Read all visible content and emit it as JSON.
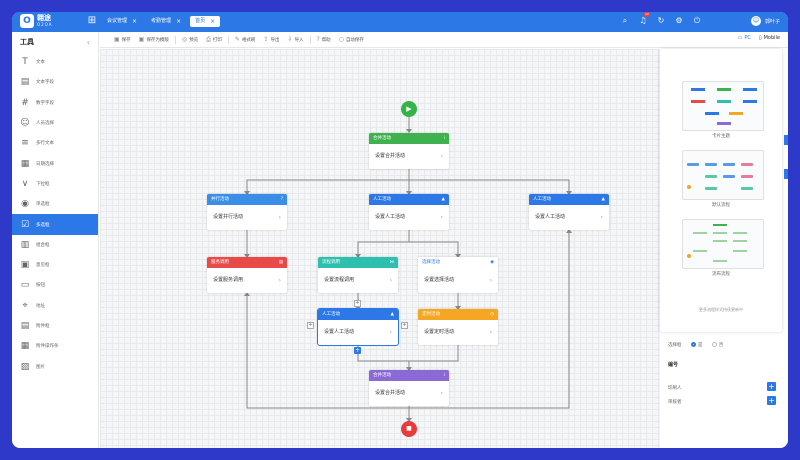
{
  "app": {
    "logo_text": "翱途",
    "logo_sub": "O2OA",
    "logo_glyph": "O"
  },
  "tabs": [
    {
      "label": "会议管理",
      "active": false
    },
    {
      "label": "考勤管理",
      "active": false
    },
    {
      "label": "首页",
      "active": true
    }
  ],
  "header": {
    "notify_count": "12",
    "user_name": "郭叶子"
  },
  "sidebar": {
    "title": "工具",
    "items": [
      {
        "label": "文本",
        "icon": "text-icon",
        "glyph": "T"
      },
      {
        "label": "文本字段",
        "icon": "textfield-icon",
        "glyph": "▤"
      },
      {
        "label": "数字字段",
        "icon": "number-icon",
        "glyph": "#"
      },
      {
        "label": "人员选择",
        "icon": "person-icon",
        "glyph": "☺"
      },
      {
        "label": "多行文本",
        "icon": "textarea-icon",
        "glyph": "≡"
      },
      {
        "label": "日期选择",
        "icon": "calendar-icon",
        "glyph": "▦"
      },
      {
        "label": "下拉框",
        "icon": "dropdown-icon",
        "glyph": "∨"
      },
      {
        "label": "单选框",
        "icon": "radio-icon",
        "glyph": "◉"
      },
      {
        "label": "多选框",
        "icon": "checkbox-icon",
        "glyph": "☑"
      },
      {
        "label": "组合框",
        "icon": "combo-icon",
        "glyph": "▥"
      },
      {
        "label": "意见框",
        "icon": "opinion-icon",
        "glyph": "▣"
      },
      {
        "label": "按钮",
        "icon": "button-icon",
        "glyph": "▭"
      },
      {
        "label": "地址",
        "icon": "location-icon",
        "glyph": "⌖"
      },
      {
        "label": "附件框",
        "icon": "attachment-icon",
        "glyph": "▤"
      },
      {
        "label": "附件操作条",
        "icon": "attach-bar-icon",
        "glyph": "▦"
      },
      {
        "label": "图片",
        "icon": "image-icon",
        "glyph": "▨"
      }
    ]
  },
  "toolbar": {
    "buttons": [
      {
        "label": "保存",
        "icon": "save-icon",
        "glyph": "▣"
      },
      {
        "label": "保存为模版",
        "icon": "save-template-icon",
        "glyph": "▣"
      },
      {
        "label": "预览",
        "icon": "preview-icon",
        "glyph": "◎"
      },
      {
        "label": "打印",
        "icon": "print-icon",
        "glyph": "⎙"
      },
      {
        "label": "格式刷",
        "icon": "format-brush-icon",
        "glyph": "✎"
      },
      {
        "label": "导出",
        "icon": "export-icon",
        "glyph": "⇪"
      },
      {
        "label": "导入",
        "icon": "import-icon",
        "glyph": "⇩"
      },
      {
        "label": "帮助",
        "icon": "help-icon",
        "glyph": "?"
      },
      {
        "label": "自动保存",
        "icon": "autosave-icon",
        "glyph": "○"
      }
    ],
    "mode_pc": "PC",
    "mode_mobile": "Mobile"
  },
  "flow": {
    "start_glyph": "▶",
    "end_glyph": "■",
    "nodes": [
      {
        "id": "merge-top",
        "title": "合并活动",
        "body": "设置合并活动",
        "color": "#3fb24f",
        "icon": "info-icon",
        "glyph": "i"
      },
      {
        "id": "parallel",
        "title": "并行活动",
        "body": "设置并行活动",
        "color": "#3a8ee6",
        "icon": "help-icon",
        "glyph": "?"
      },
      {
        "id": "manual-mid",
        "title": "人工活动",
        "body": "设置人工活动",
        "color": "#2c78e6",
        "icon": "person-icon",
        "glyph": "▲"
      },
      {
        "id": "manual-right",
        "title": "人工活动",
        "body": "设置人工活动",
        "color": "#2c78e6",
        "icon": "person-icon",
        "glyph": "▲"
      },
      {
        "id": "service",
        "title": "服务调用",
        "body": "设置服务调用",
        "color": "#e84a4a",
        "icon": "service-icon",
        "glyph": "▤"
      },
      {
        "id": "flow-call",
        "title": "流程调用",
        "body": "设置流程调用",
        "color": "#2fbfae",
        "icon": "share-icon",
        "glyph": "⋈"
      },
      {
        "id": "choice",
        "title": "选择活动",
        "body": "设置选择活动",
        "color": "#ffffff",
        "icon": "eye-icon",
        "glyph": "◉"
      },
      {
        "id": "manual-sel",
        "title": "人工活动",
        "body": "设置人工活动",
        "color": "#2c78e6",
        "icon": "person-icon",
        "glyph": "▲"
      },
      {
        "id": "timer",
        "title": "定时活动",
        "body": "设置定时活动",
        "color": "#f5a623",
        "icon": "clock-icon",
        "glyph": "◷"
      },
      {
        "id": "merge-bottom",
        "title": "合并活动",
        "body": "设置合并活动",
        "color": "#8c6ad6",
        "icon": "info-icon",
        "glyph": "i"
      }
    ]
  },
  "templates": [
    {
      "caption": "卡片主题"
    },
    {
      "caption": "默认流程"
    },
    {
      "caption": "流布流程"
    }
  ],
  "templates_more": "更多流程样式持续更新中",
  "props": {
    "choice_label": "选择框",
    "opt_yes": "是",
    "opt_no": "否",
    "section_title": "编号",
    "row1": "印刷人",
    "row2": "审核者",
    "add_glyph": "+"
  }
}
